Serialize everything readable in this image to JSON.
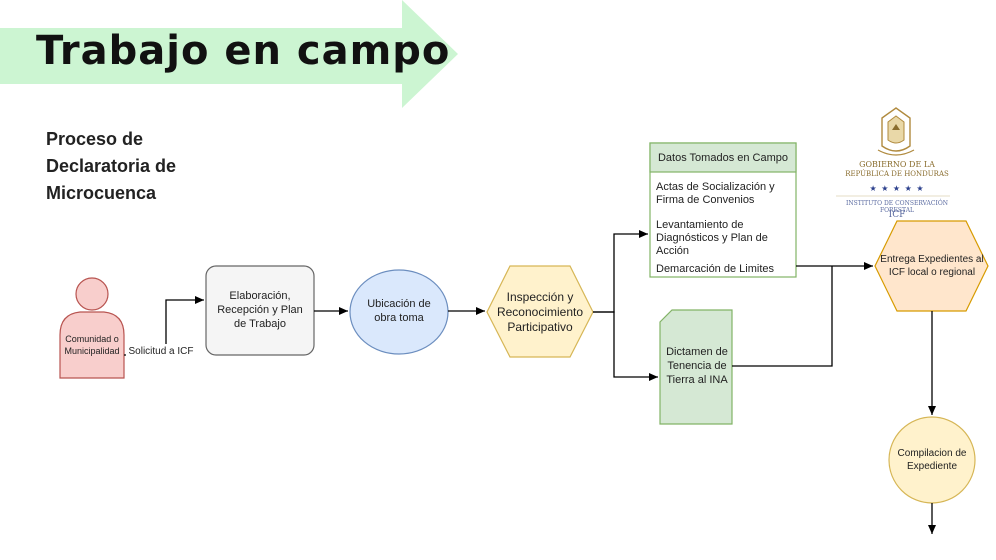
{
  "banner": {
    "title": "Trabajo en campo",
    "color": "#ccf5d2"
  },
  "subtitle": "Proceso de Declaratoria de Microcuenca",
  "nodes": {
    "comunidad": "Comunidad o Municipalidad",
    "solicitud": "Solicitud a ICF",
    "elaboracion": "Elaboración, Recepción y Plan de Trabajo",
    "ubicacion": "Ubicación de obra toma",
    "inspeccion": "Inspección y Reconocimiento Participativo",
    "datos_title": "Datos Tomados en Campo",
    "datos_items": [
      "Actas de Socialización y Firma de Convenios",
      "Levantamiento de Diagnósticos y Plan de Acción",
      "Demarcación de Limites"
    ],
    "dictamen": "Dictamen de Tenencia de Tierra al INA",
    "entrega": "Entrega Expedientes al ICF local o regional",
    "compilacion": "Compilacion de Expediente"
  },
  "logo": {
    "line1": "Gobierno de la",
    "line2": "República de Honduras",
    "line3": "Instituto de Conservación Forestal",
    "line4": "ICF",
    "stars": "★ ★ ★ ★ ★"
  },
  "colors": {
    "person_fill": "#f8cecc",
    "person_stroke": "#b85450",
    "process_fill": "#f5f5f5",
    "process_stroke": "#666666",
    "ellipse_fill": "#dae8fc",
    "ellipse_stroke": "#6c8ebf",
    "hex_fill": "#fff2cc",
    "hex_stroke": "#d6b656",
    "green_fill": "#d5e8d4",
    "green_stroke": "#82b366",
    "orange_fill": "#ffe6cc",
    "orange_stroke": "#d79b00"
  }
}
